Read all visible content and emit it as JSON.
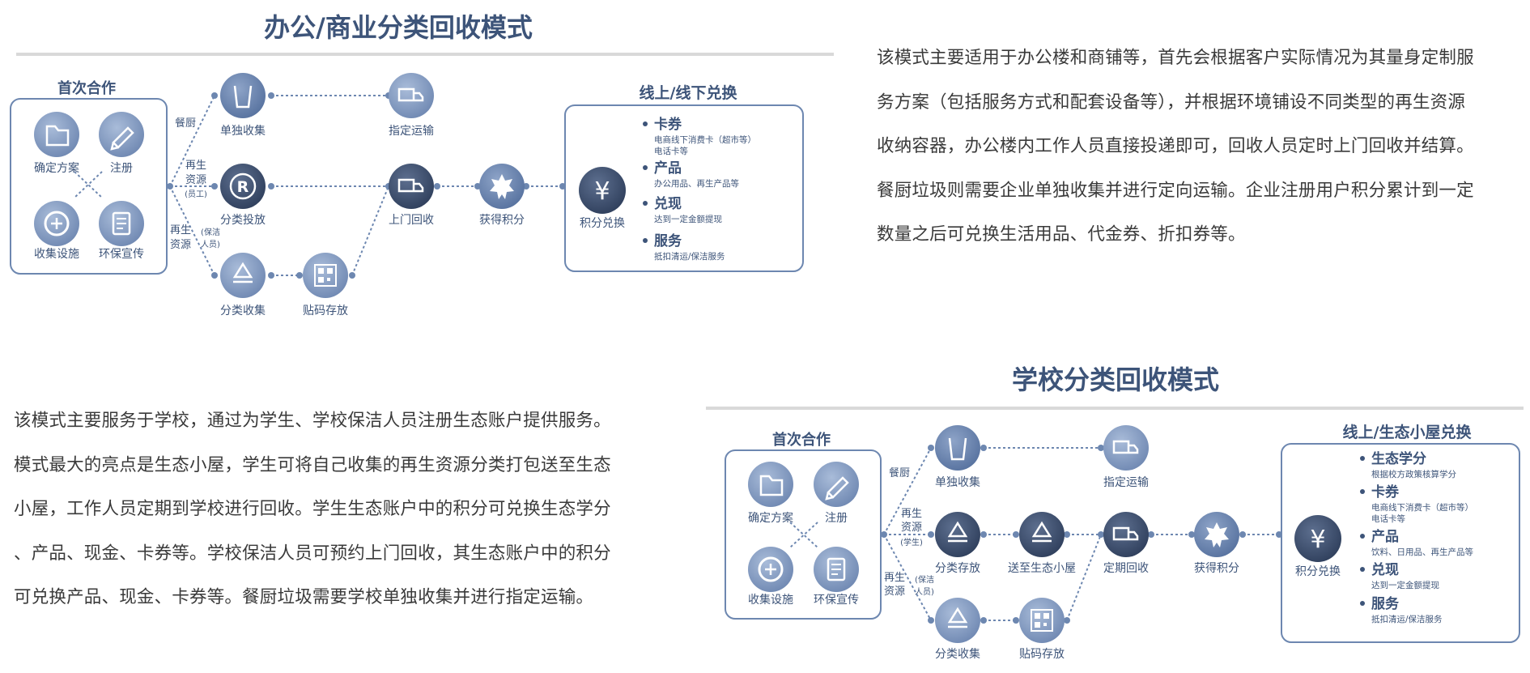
{
  "colors": {
    "primary": "#3d5479",
    "accent": "#5e7caa",
    "light": "#8fa6c9",
    "text": "#3a3a3a",
    "dot": "#6d87b0"
  },
  "office": {
    "title": "办公/商业分类回收模式",
    "first": {
      "label": "首次合作",
      "items": [
        {
          "label": "确定方案",
          "icon": "folder-icon"
        },
        {
          "label": "注册",
          "icon": "pencil-icon"
        },
        {
          "label": "收集设施",
          "icon": "recycle-bin-icon"
        },
        {
          "label": "环保宣传",
          "icon": "document-icon"
        }
      ]
    },
    "branch_labels": {
      "kitchen": "餐厨",
      "renew_line1": "再生",
      "renew_line2": "资源",
      "staff": "(员工)",
      "renew2_line1": "再生",
      "renew2_line2": "资源",
      "cleaner_line1": "(保洁",
      "cleaner_line2": "人员)"
    },
    "nodes": {
      "single": "单独收集",
      "transport": "指定运输",
      "classify_drop": "分类投放",
      "pickup": "上门回收",
      "points": "获得积分",
      "exchange": "积分兑换",
      "classify_collect": "分类收集",
      "label_store": "贴码存放"
    },
    "exchange_box": {
      "title": "线上/线下兑换",
      "items": [
        {
          "title": "卡券",
          "lines": [
            "电商线下消费卡（超市等）",
            "电话卡等"
          ]
        },
        {
          "title": "产品",
          "lines": [
            "办公用品、再生产品等"
          ]
        },
        {
          "title": "兑现",
          "lines": [
            "达到一定金额提现"
          ]
        },
        {
          "title": "服务",
          "lines": [
            "抵扣清运/保洁服务"
          ]
        }
      ]
    },
    "description": [
      "该模式主要适用于办公楼和商铺等，首先会根据客户实际情况为其量身定制服",
      "务方案（包括服务方式和配套设备等），并根据环境铺设不同类型的再生资源",
      "收纳容器，办公楼内工作人员直接投递即可，回收人员定时上门回收并结算。",
      "餐厨垃圾则需要企业单独收集并进行定向运输。企业注册用户积分累计到一定",
      "数量之后可兑换生活用品、代金券、折扣券等。"
    ]
  },
  "school": {
    "title": "学校分类回收模式",
    "first": {
      "label": "首次合作",
      "items": [
        {
          "label": "确定方案",
          "icon": "folder-icon"
        },
        {
          "label": "注册",
          "icon": "pencil-icon"
        },
        {
          "label": "收集设施",
          "icon": "recycle-bin-icon"
        },
        {
          "label": "环保宣传",
          "icon": "document-icon"
        }
      ]
    },
    "branch_labels": {
      "kitchen": "餐厨",
      "renew_line1": "再生",
      "renew_line2": "资源",
      "student": "(学生)",
      "renew2_line1": "再生",
      "renew2_line2": "资源",
      "cleaner_line1": "(保洁",
      "cleaner_line2": "人员)"
    },
    "nodes": {
      "single": "单独收集",
      "transport": "指定运输",
      "classify_store": "分类存放",
      "to_hut": "送至生态小屋",
      "periodic": "定期回收",
      "points": "获得积分",
      "exchange": "积分兑换",
      "classify_collect": "分类收集",
      "label_store": "贴码存放"
    },
    "exchange_box": {
      "title": "线上/生态小屋兑换",
      "items": [
        {
          "title": "生态学分",
          "lines": [
            "根据校方政策核算学分"
          ]
        },
        {
          "title": "卡券",
          "lines": [
            "电商线下消费卡（超市等）",
            "电话卡等"
          ]
        },
        {
          "title": "产品",
          "lines": [
            "饮料、日用品、再生产品等"
          ]
        },
        {
          "title": "兑现",
          "lines": [
            "达到一定金额提现"
          ]
        },
        {
          "title": "服务",
          "lines": [
            "抵扣清运/保洁服务"
          ]
        }
      ]
    },
    "description": [
      "该模式主要服务于学校，通过为学生、学校保洁人员注册生态账户提供服务。",
      "模式最大的亮点是生态小屋，学生可将自己收集的再生资源分类打包送至生态",
      "小屋，工作人员定期到学校进行回收。学生生态账户中的积分可兑换生态学分",
      "、产品、现金、卡券等。学校保洁人员可预约上门回收，其生态账户中的积分",
      "可兑换产品、现金、卡券等。餐厨垃圾需要学校单独收集并进行指定运输。"
    ]
  }
}
